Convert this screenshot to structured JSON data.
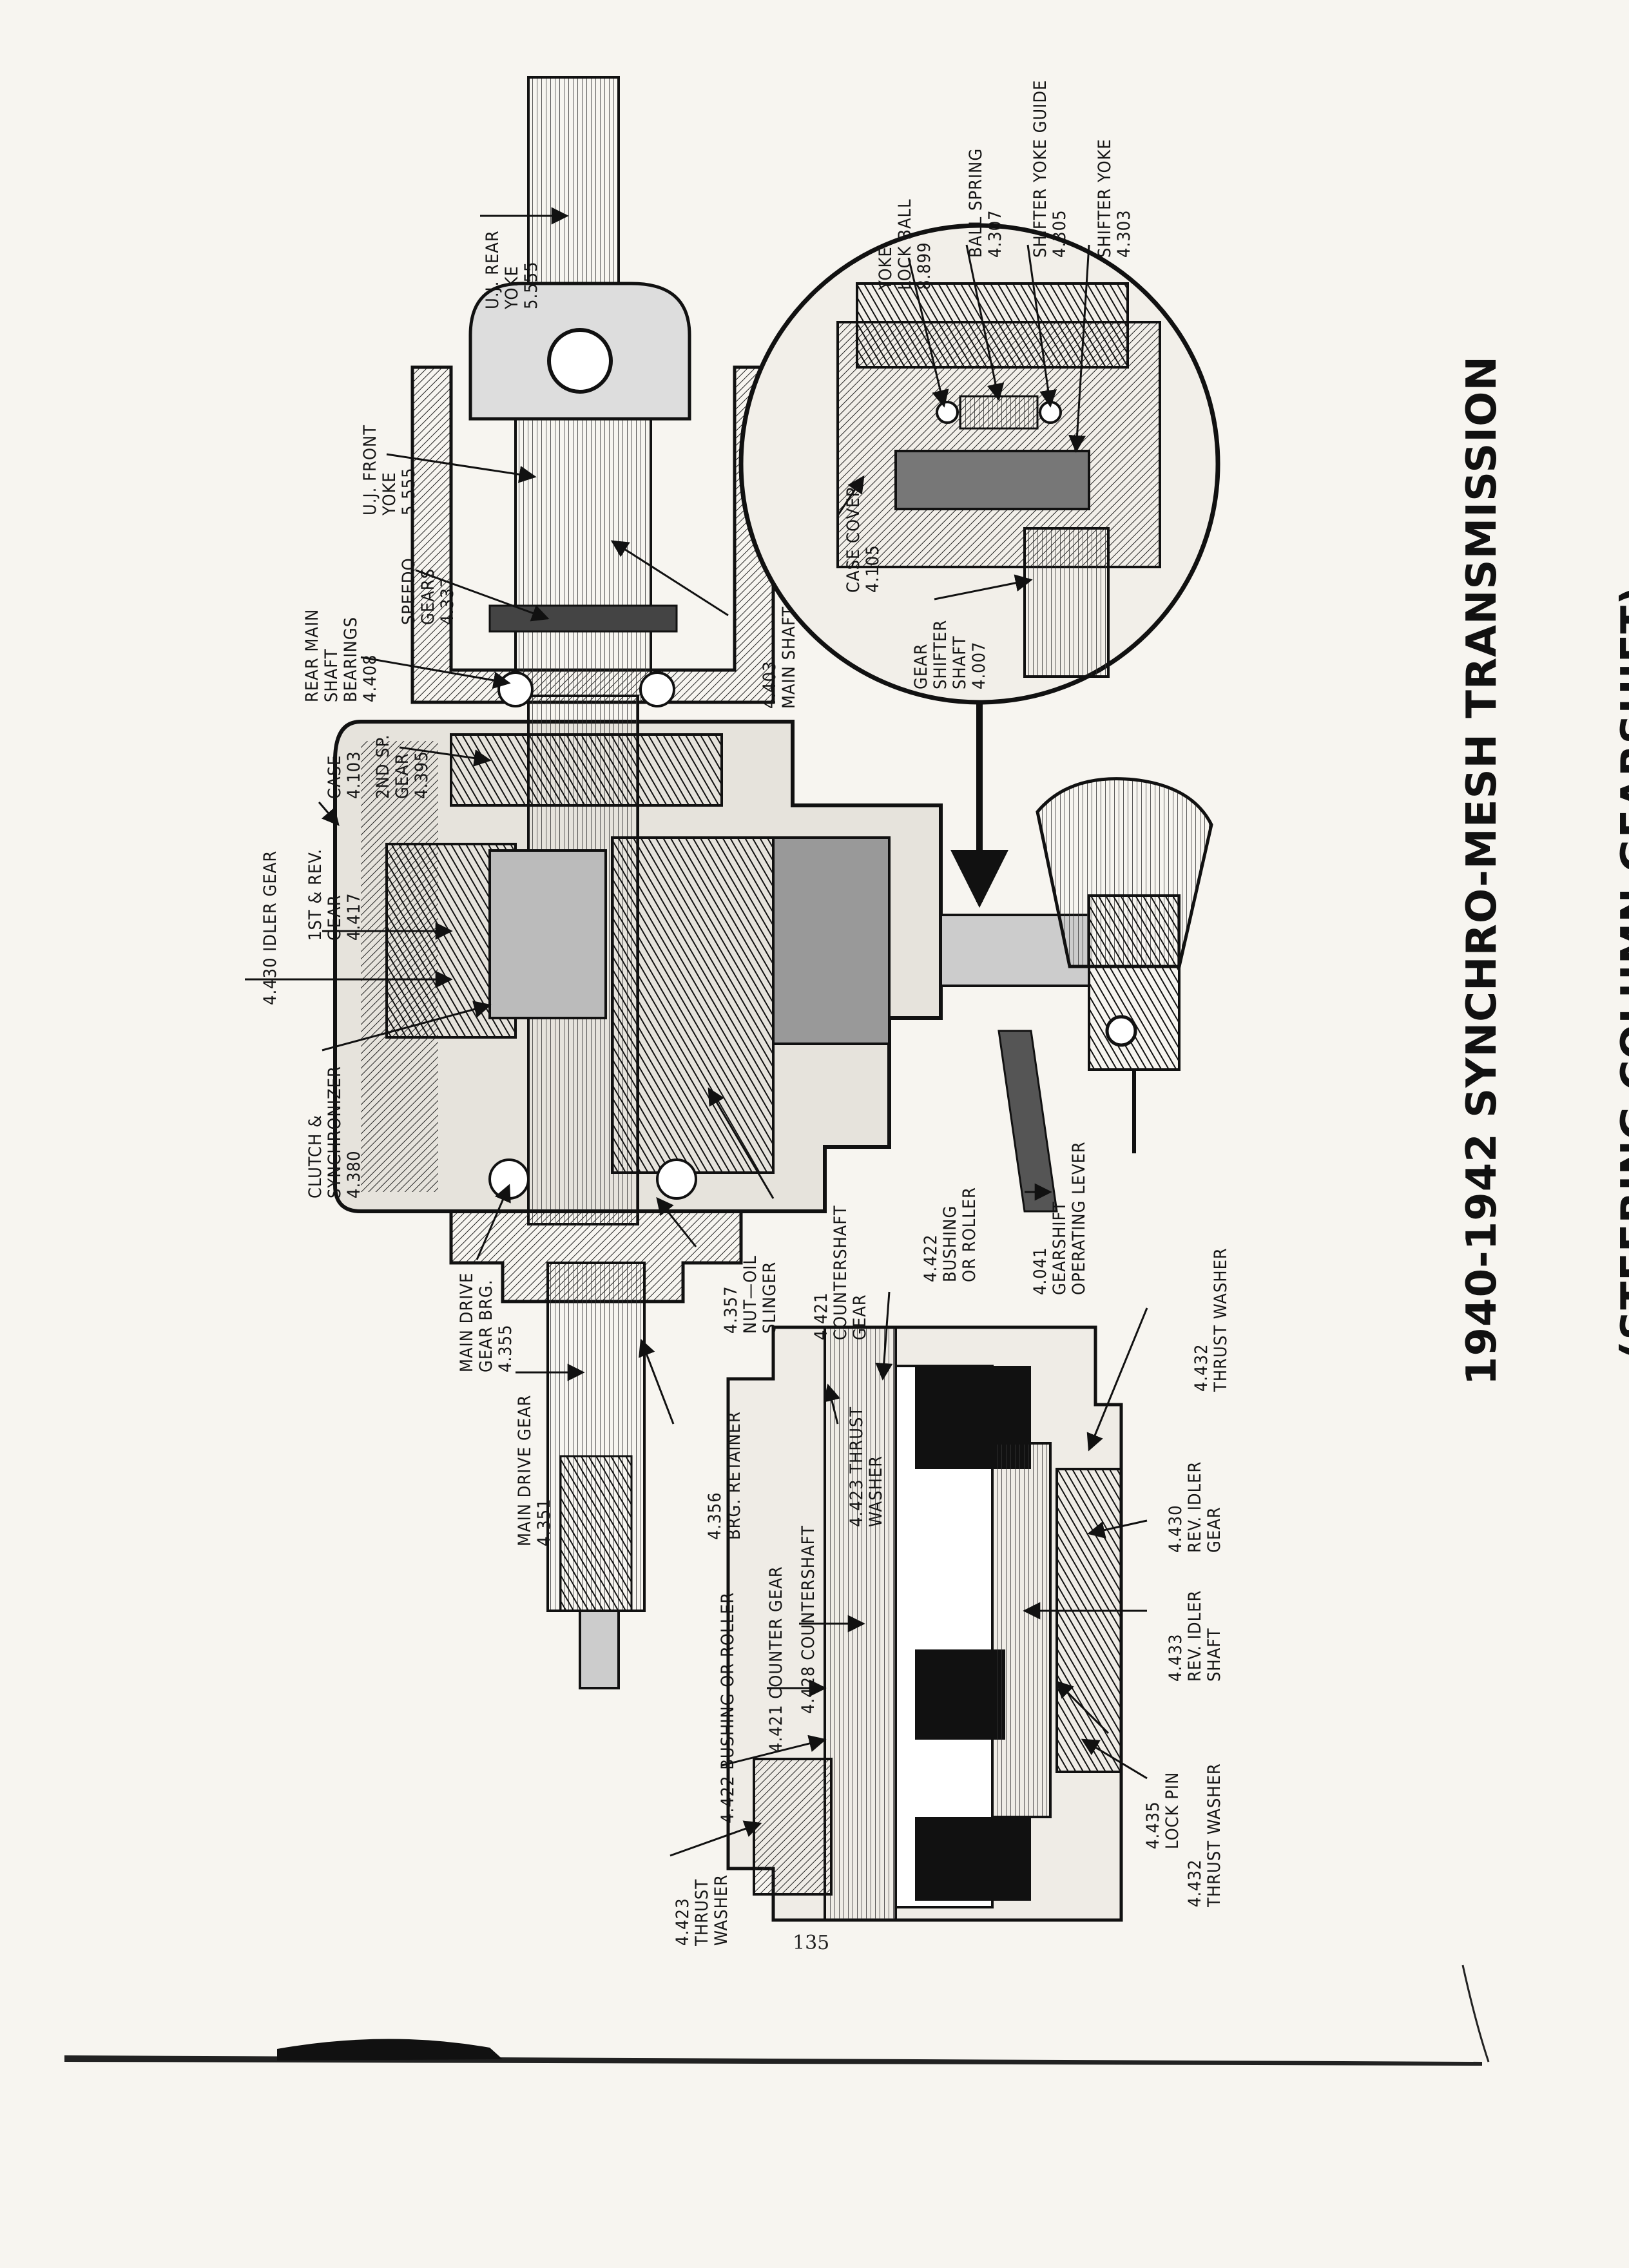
{
  "title": {
    "line1": "1940-1942 SYNCHRO-MESH TRANSMISSION",
    "line2": "(STEERING COLUMN GEARSHIFT)"
  },
  "page_number": "135",
  "labels": [
    {
      "id": "uj-rear-yoke",
      "lines": [
        "U.J. REAR",
        "YOKE",
        "5.555"
      ]
    },
    {
      "id": "uj-front-yoke",
      "lines": [
        "U.J. FRONT",
        "YOKE",
        "5.555"
      ]
    },
    {
      "id": "speedo-gears",
      "lines": [
        "SPEEDO.",
        "GEARS",
        "4.337"
      ]
    },
    {
      "id": "rear-main-shaft-bearings",
      "lines": [
        "REAR MAIN",
        "SHAFT",
        "BEARINGS",
        "4.408"
      ]
    },
    {
      "id": "main-shaft",
      "lines": [
        "4.403",
        "MAIN SHAFT"
      ]
    },
    {
      "id": "second-speed-gear",
      "lines": [
        "2ND SP.",
        "GEAR",
        "4.395"
      ]
    },
    {
      "id": "case",
      "lines": [
        "CASE",
        "4.103"
      ]
    },
    {
      "id": "first-rev-gear",
      "lines": [
        "1ST & REV.",
        "GEAR",
        "4.417"
      ]
    },
    {
      "id": "idler-gear",
      "lines": [
        "4.430 IDLER GEAR"
      ]
    },
    {
      "id": "clutch-synchronizer",
      "lines": [
        "CLUTCH &",
        "SYNCHRONIZER",
        "4.380"
      ]
    },
    {
      "id": "main-drive-gear-brg",
      "lines": [
        "MAIN DRIVE",
        "GEAR BRG.",
        "4.355"
      ]
    },
    {
      "id": "main-drive-gear",
      "lines": [
        "MAIN DRIVE GEAR",
        "4.351"
      ]
    },
    {
      "id": "nut-oil-slinger",
      "lines": [
        "4.357",
        "NUT—OIL",
        "SLINGER"
      ]
    },
    {
      "id": "brg-retainer",
      "lines": [
        "4.356",
        "BRG. RETAINER"
      ]
    },
    {
      "id": "countershaft-gear",
      "lines": [
        "4.421",
        "COUNTERSHAFT",
        "GEAR"
      ]
    },
    {
      "id": "bushing-or-roller-top",
      "lines": [
        "4.422",
        "BUSHING",
        "OR ROLLER"
      ]
    },
    {
      "id": "gearshift-operating-lever",
      "lines": [
        "4.041",
        "GEARSHIFT",
        "OPERATING LEVER"
      ]
    },
    {
      "id": "thrust-washer-top",
      "lines": [
        "4.432",
        "THRUST WASHER"
      ]
    },
    {
      "id": "rev-idler-gear",
      "lines": [
        "4.430",
        "REV. IDLER",
        "GEAR"
      ]
    },
    {
      "id": "rev-idler-shaft",
      "lines": [
        "4.433",
        "REV. IDLER",
        "SHAFT"
      ]
    },
    {
      "id": "lock-pin",
      "lines": [
        "4.435",
        "LOCK PIN"
      ]
    },
    {
      "id": "thrust-washer-bottom",
      "lines": [
        "4.432",
        "THRUST WASHER"
      ]
    },
    {
      "id": "thrust-washer-mid",
      "lines": [
        "4.423 THRUST",
        "WASHER"
      ]
    },
    {
      "id": "countershaft",
      "lines": [
        "4.428 COUNTERSHAFT"
      ]
    },
    {
      "id": "counter-gear",
      "lines": [
        "4.421 COUNTER GEAR"
      ]
    },
    {
      "id": "bushing-or-roller-left",
      "lines": [
        "4.422 BUSHING OR ROLLER"
      ]
    },
    {
      "id": "thrust-washer-left",
      "lines": [
        "4.423",
        "THRUST",
        "WASHER"
      ]
    },
    {
      "id": "case-cover",
      "lines": [
        "CASE COVER",
        "4.105"
      ]
    },
    {
      "id": "gear-shifter-shaft",
      "lines": [
        "GEAR",
        "SHIFTER",
        "SHAFT",
        "4.007"
      ]
    },
    {
      "id": "yoke-lock-ball",
      "lines": [
        "YOKE",
        "LOCK BALL",
        "8.899"
      ]
    },
    {
      "id": "ball-spring",
      "lines": [
        "BALL SPRING",
        "4.307"
      ]
    },
    {
      "id": "shifter-yoke-guide",
      "lines": [
        "SHIFTER YOKE GUIDE",
        "4.305"
      ]
    },
    {
      "id": "shifter-yoke",
      "lines": [
        "SHIFTER YOKE",
        "4.303"
      ]
    }
  ]
}
